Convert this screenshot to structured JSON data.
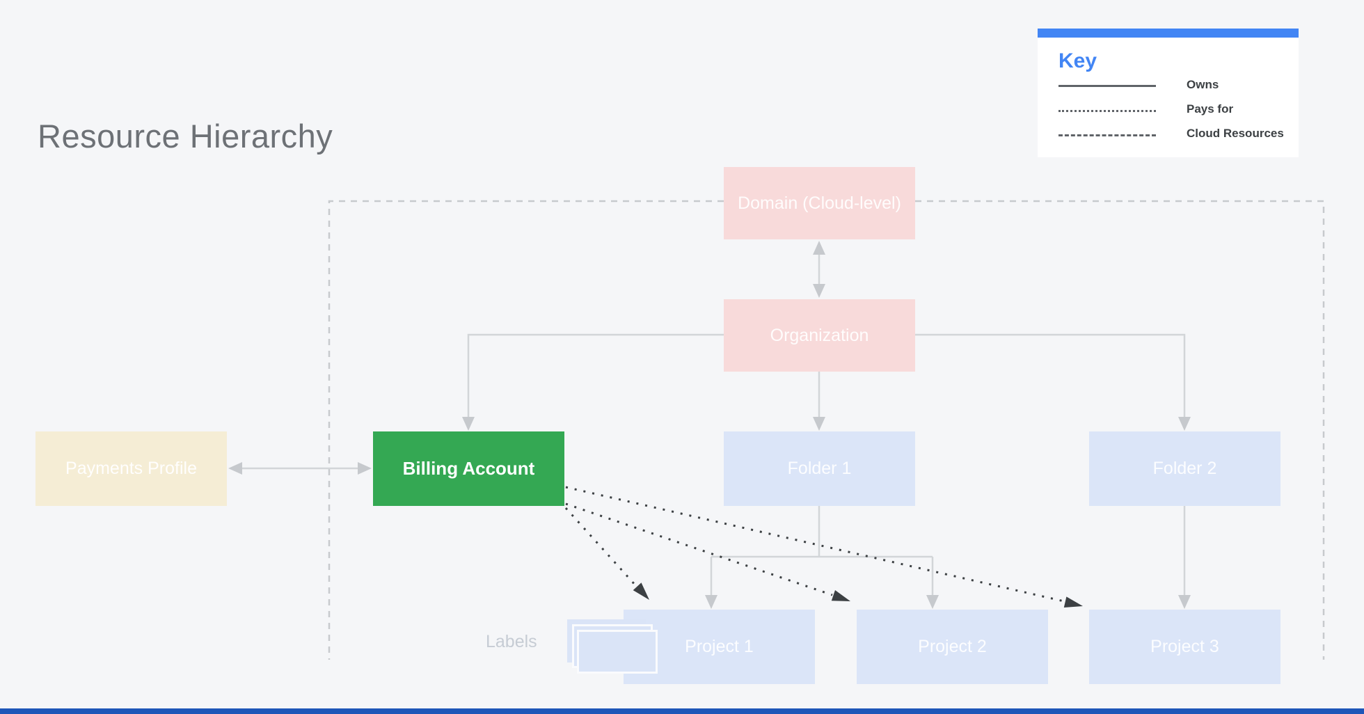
{
  "title": "Resource Hierarchy",
  "key": {
    "heading": "Key",
    "items": [
      {
        "style": "solid",
        "label": "Owns"
      },
      {
        "style": "dotted",
        "label": "Pays for"
      },
      {
        "style": "dashed",
        "label": "Cloud Resources"
      }
    ]
  },
  "nodes": {
    "domain": {
      "label": "Domain (Cloud-level)",
      "color": "#f8dada"
    },
    "organization": {
      "label": "Organization",
      "color": "#f8dada"
    },
    "payments_profile": {
      "label": "Payments Profile",
      "color": "#f5edd5"
    },
    "billing_account": {
      "label": "Billing Account",
      "color": "#34a853"
    },
    "folder1": {
      "label": "Folder 1",
      "color": "#dbe5f8"
    },
    "folder2": {
      "label": "Folder 2",
      "color": "#dbe5f8"
    },
    "project1": {
      "label": "Project 1",
      "color": "#dbe5f8"
    },
    "project2": {
      "label": "Project 2",
      "color": "#dbe5f8"
    },
    "project3": {
      "label": "Project 3",
      "color": "#dbe5f8"
    }
  },
  "annotations": {
    "labels_caption": "Labels"
  },
  "colors": {
    "background": "#f5f6f8",
    "accent_blue": "#4285f4",
    "legend_line": "#5f6368",
    "title_gray": "#6d7176",
    "connector_gray": "#d2d5d8",
    "arrowhead_gray": "#c6c9cd",
    "dashed_boundary": "#c7cacd",
    "dotted_black": "#3c4043",
    "footer_bar": "#1e56b8"
  }
}
